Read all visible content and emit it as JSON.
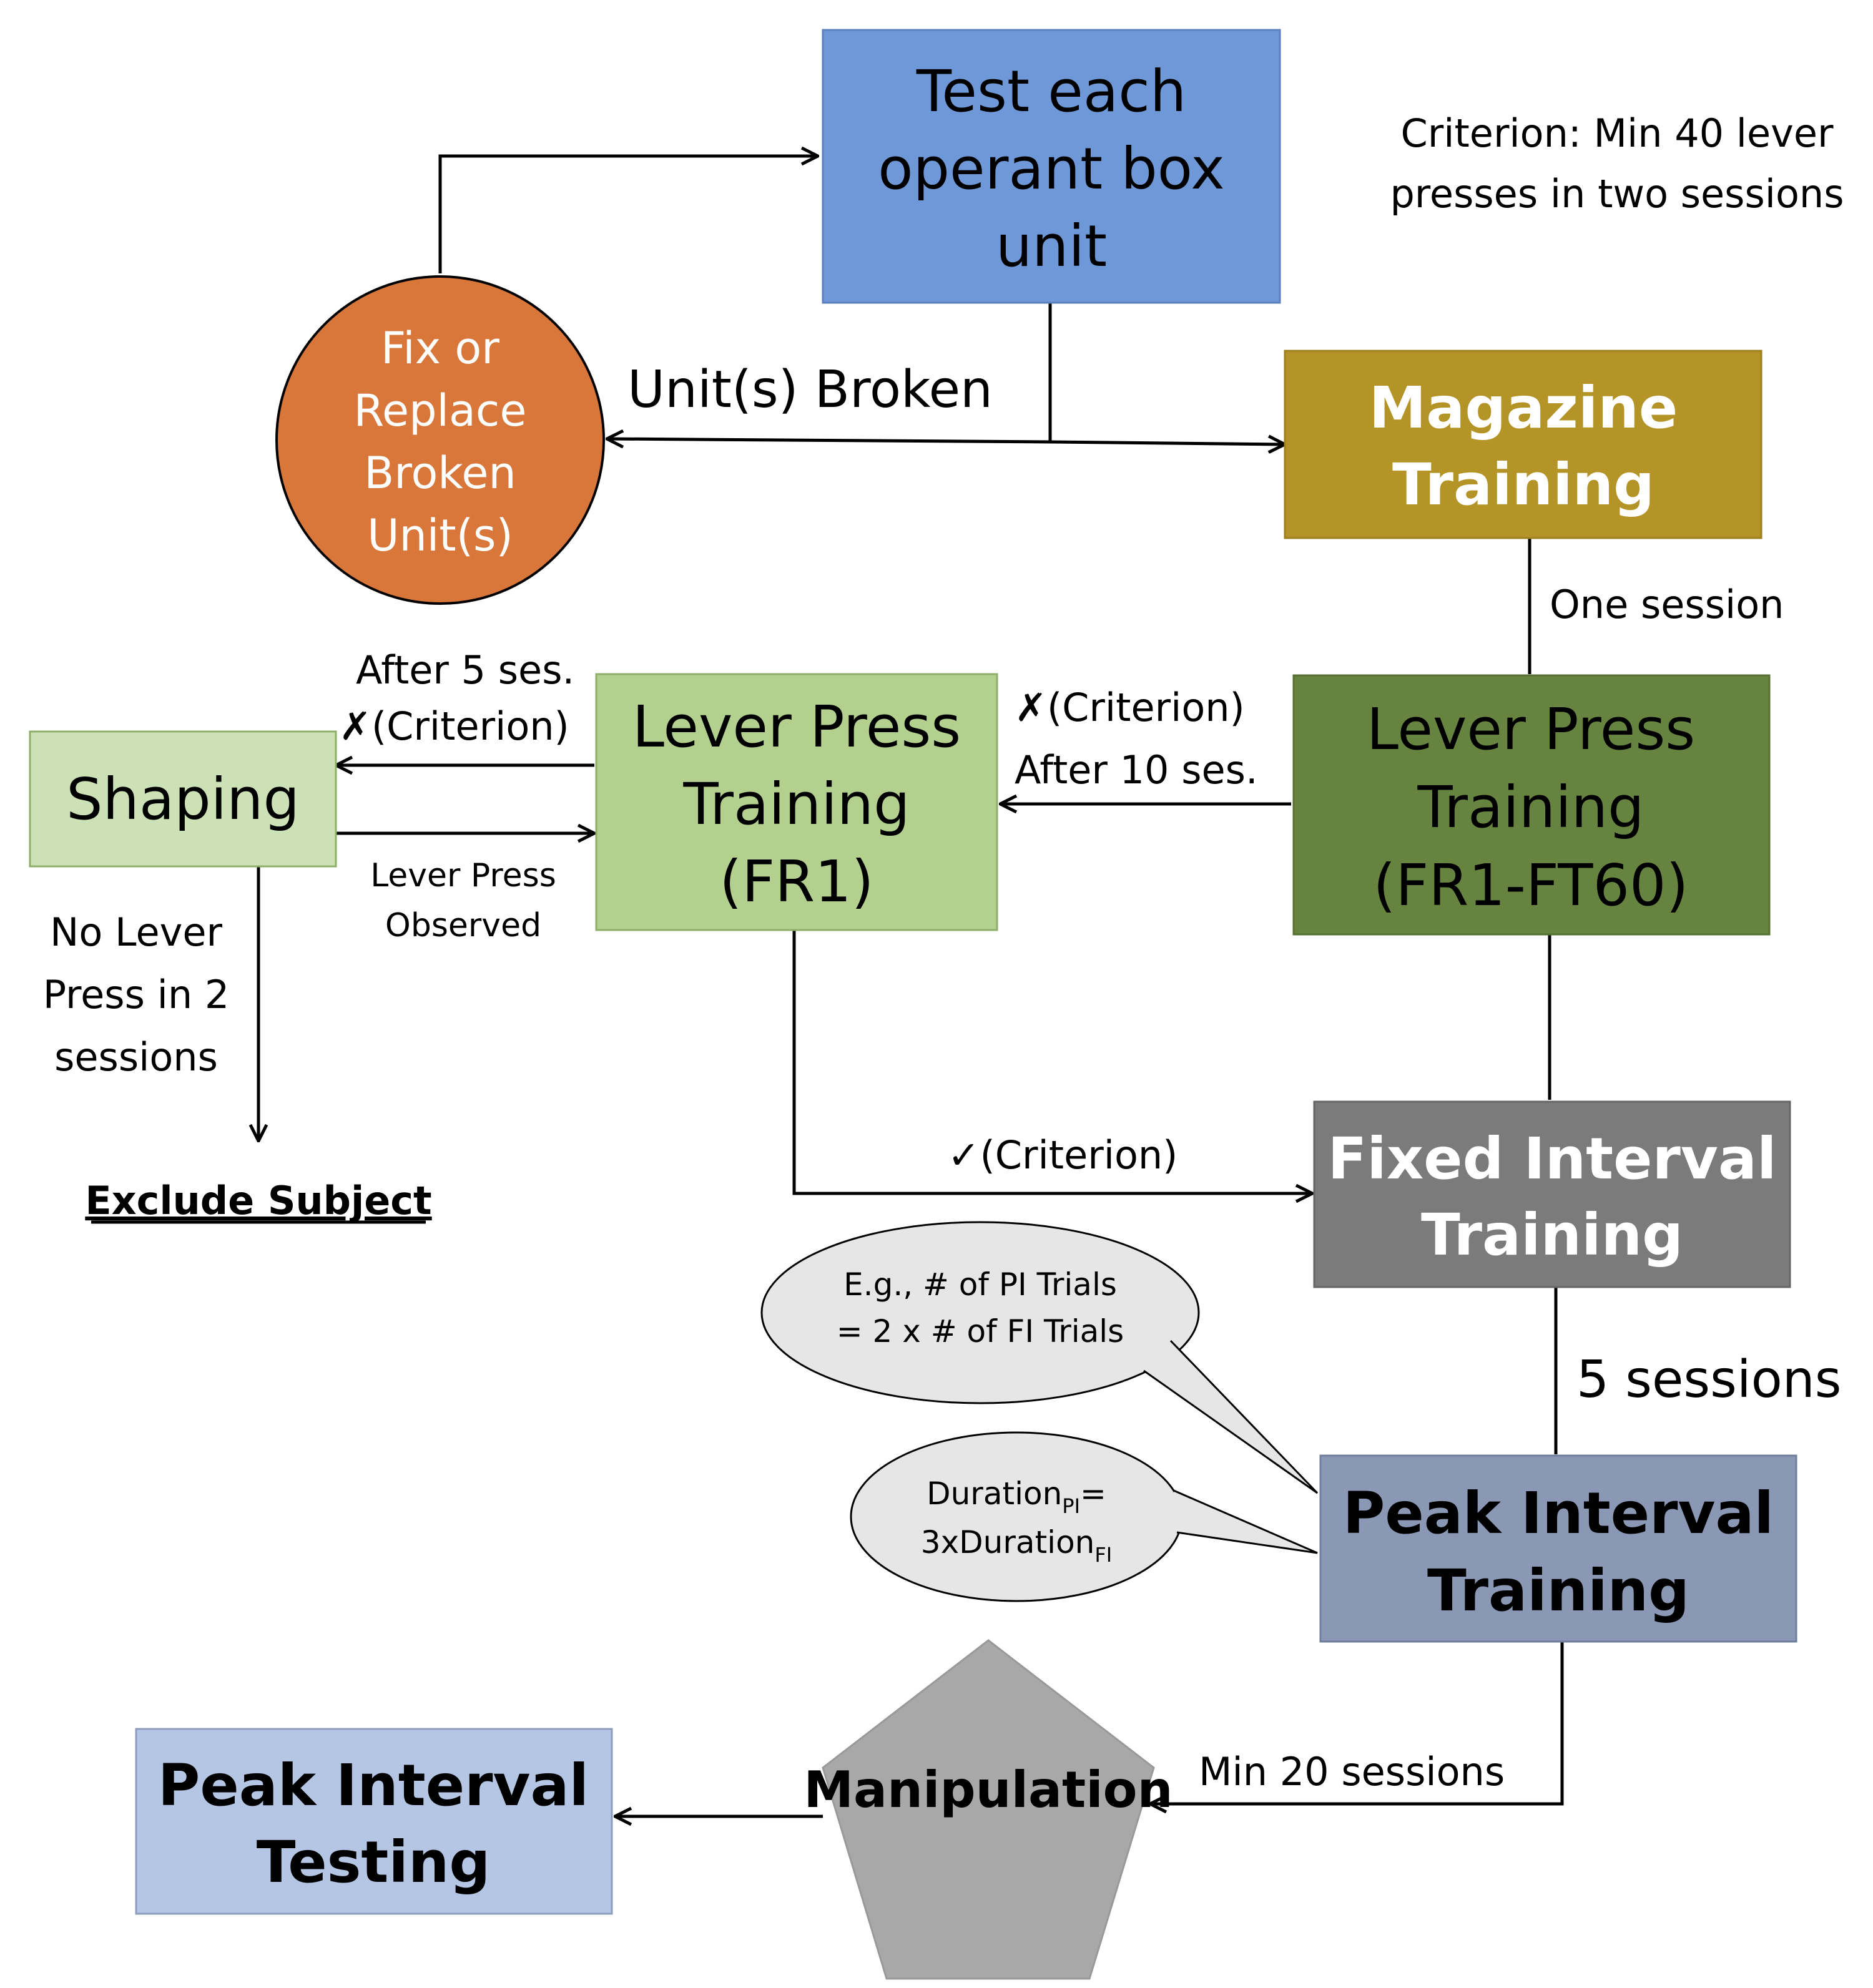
{
  "nodes": {
    "test_box": {
      "lines": [
        "Test each",
        "operant box",
        "unit"
      ],
      "color": "#6f98d8"
    },
    "fix_replace": {
      "lines": [
        "Fix or",
        "Replace",
        "Broken",
        "Unit(s)"
      ],
      "color": "#d9773b"
    },
    "magazine": {
      "lines": [
        "Magazine",
        "Training"
      ],
      "color": "#b59427"
    },
    "lever_ft60": {
      "lines": [
        "Lever Press",
        "Training",
        "(FR1-FT60)"
      ],
      "color": "#668340"
    },
    "lever_fr1": {
      "lines": [
        "Lever Press",
        "Training",
        "(FR1)"
      ],
      "color": "#b3d08f"
    },
    "shaping": {
      "lines": [
        "Shaping"
      ],
      "color": "#cde1b6"
    },
    "fixed_interval": {
      "lines": [
        "Fixed Interval",
        "Training"
      ],
      "color": "#7b7b7b"
    },
    "peak_training": {
      "lines": [
        "Peak Interval",
        "Training"
      ],
      "color": "#8a98b5"
    },
    "manipulation": {
      "lines": [
        "Manipulation"
      ],
      "color": "#a8a8a8"
    },
    "peak_testing": {
      "lines": [
        "Peak Interval",
        "Testing"
      ],
      "color": "#b5c6e4"
    }
  },
  "labels": {
    "criterion_note": [
      "Criterion: Min 40 lever",
      "presses in two sessions"
    ],
    "units_broken": "Unit(s) Broken",
    "one_session": "One session",
    "after_5": "After 5 ses.",
    "x_criterion_left": "✗(Criterion)",
    "x_criterion_right": "✗(Criterion)",
    "after_10": "After 10 ses.",
    "lever_press_observed": [
      "Lever Press",
      "Observed"
    ],
    "no_lever_press": [
      "No Lever",
      "Press in 2",
      "sessions"
    ],
    "exclude_subject": "Exclude Subject",
    "check_criterion": "✓(Criterion)",
    "five_sessions": "5 sessions",
    "min_20": "Min 20 sessions"
  },
  "bubbles": {
    "pi_trials": [
      "E.g., # of PI Trials",
      "= 2 x # of FI Trials"
    ],
    "duration": {
      "base1": "Duration",
      "sub1": "PI",
      "eq": "=",
      "base2": "3xDuration",
      "sub2": "FI"
    }
  }
}
